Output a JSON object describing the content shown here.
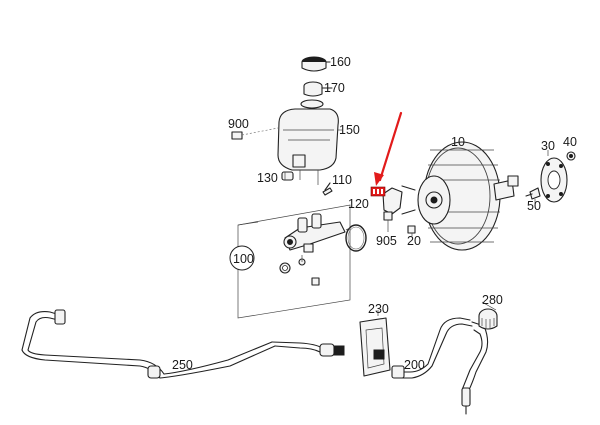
{
  "diagram": {
    "callouts": [
      "160",
      "170",
      "900",
      "150",
      "130",
      "110",
      "120",
      "905",
      "20",
      "10",
      "30",
      "40",
      "50",
      "100",
      "230",
      "250",
      "280",
      "200"
    ],
    "highlight_color": "#e21b1b",
    "arrow_color": "#e21b1b"
  }
}
